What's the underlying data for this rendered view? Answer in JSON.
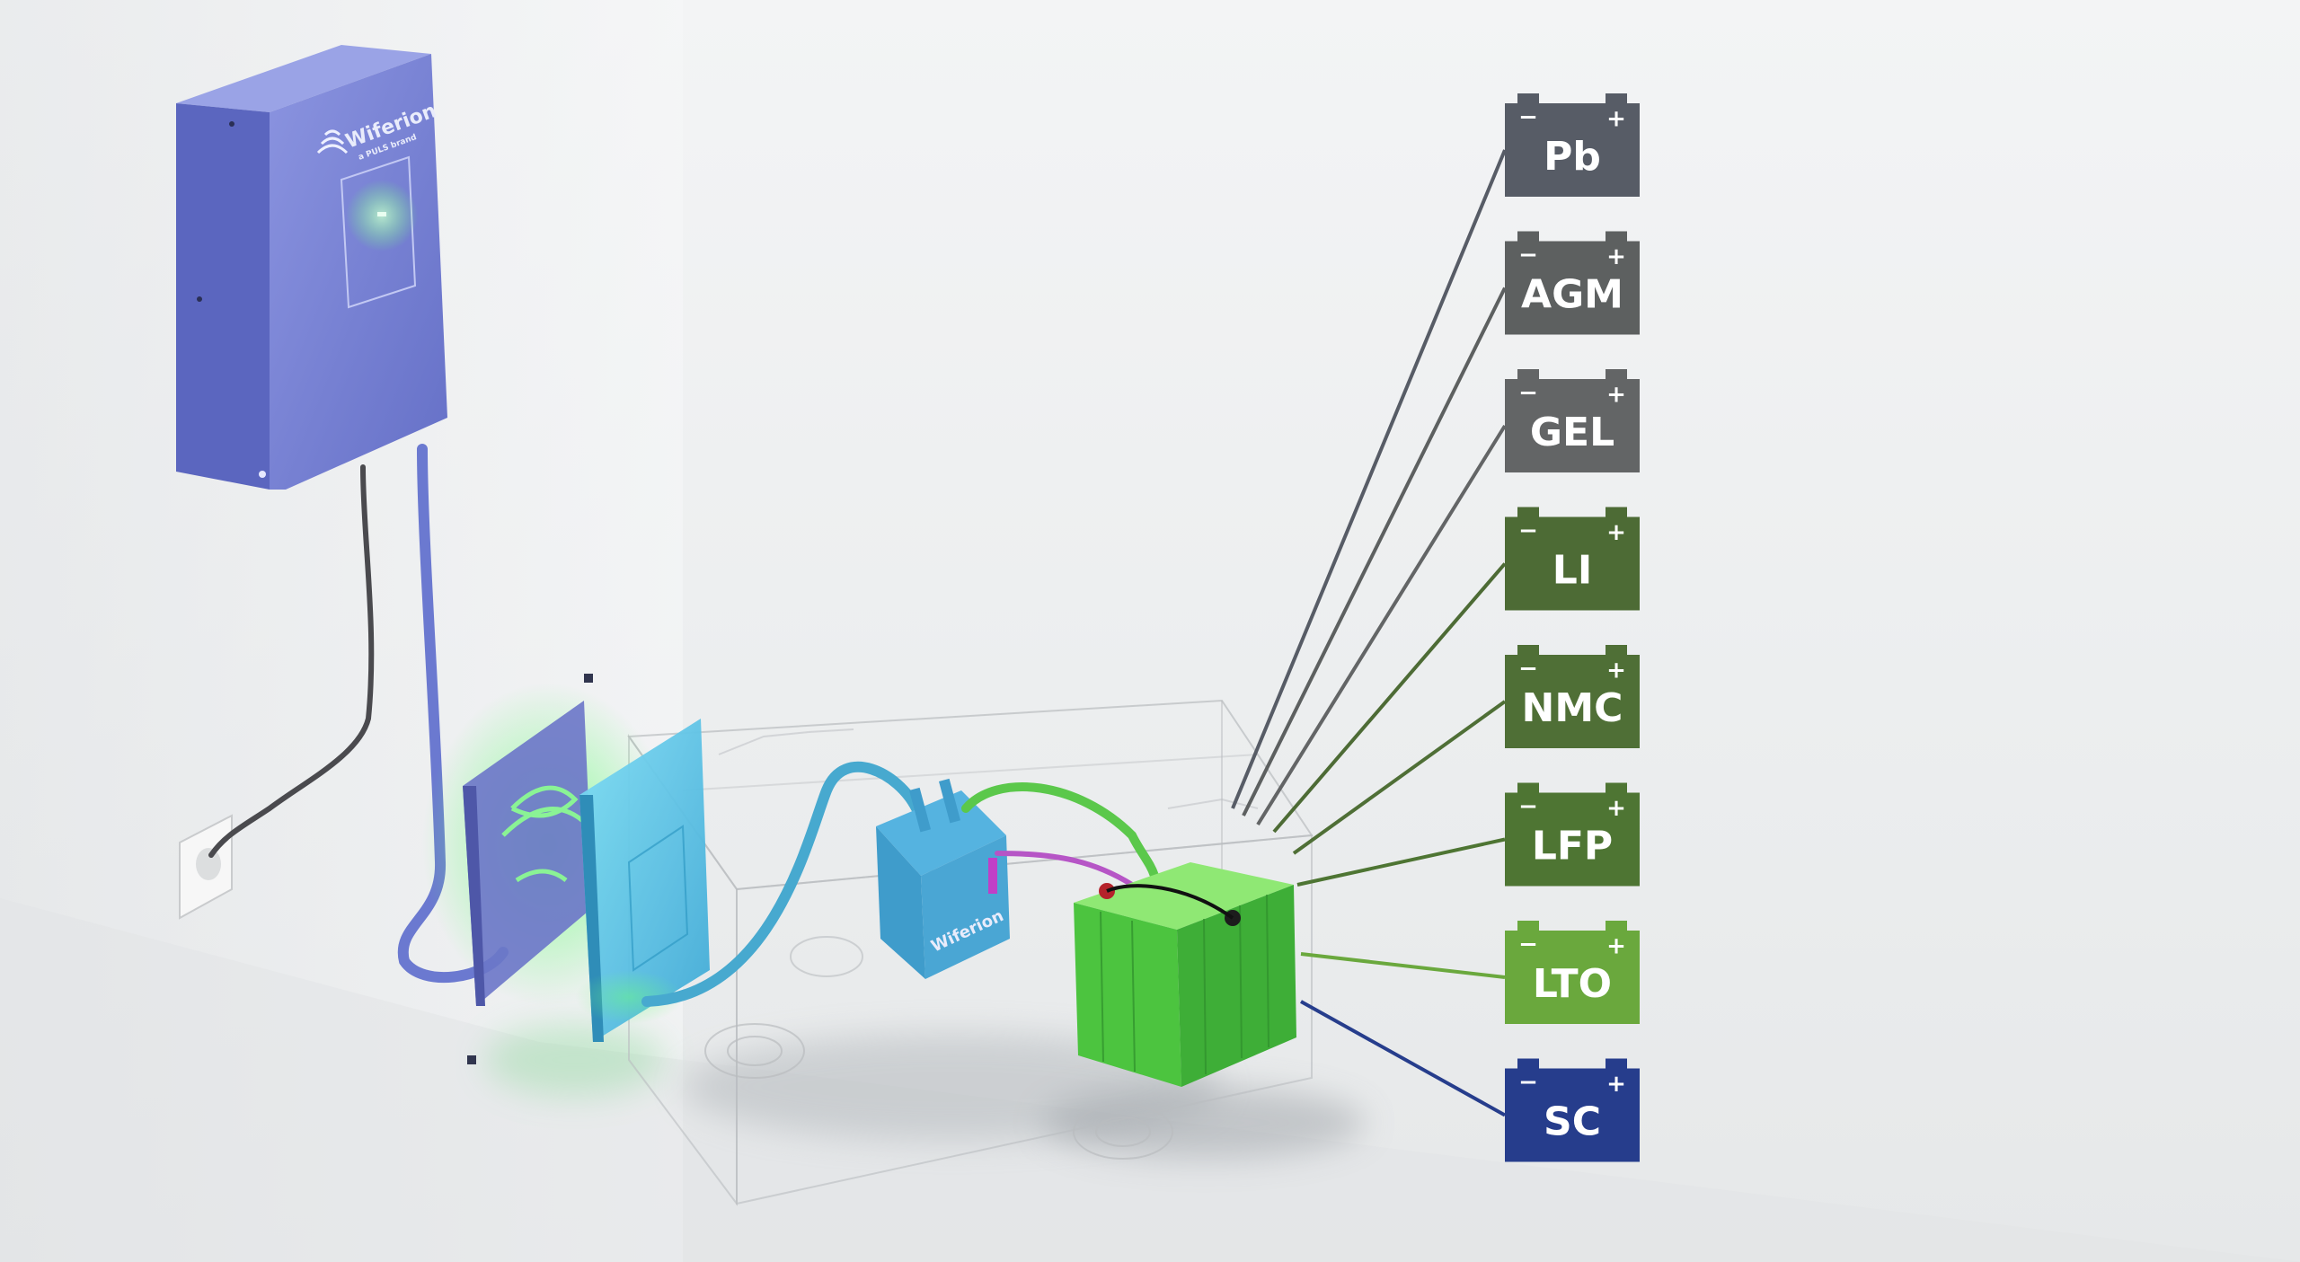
{
  "brand": {
    "name": "Wiferion",
    "sub": "a PULS brand"
  },
  "batteries": [
    {
      "label": "Pb",
      "color": "#575c66",
      "line_color": "#575c66",
      "minus": "−",
      "plus": "+"
    },
    {
      "label": "AGM",
      "color": "#5d6060",
      "line_color": "#5d6060",
      "minus": "−",
      "plus": "+"
    },
    {
      "label": "GEL",
      "color": "#636566",
      "line_color": "#636566",
      "minus": "−",
      "plus": "+"
    },
    {
      "label": "LI",
      "color": "#4d6b35",
      "line_color": "#4d6b35",
      "minus": "−",
      "plus": "+"
    },
    {
      "label": "NMC",
      "color": "#4f6f36",
      "line_color": "#4f6f36",
      "minus": "−",
      "plus": "+"
    },
    {
      "label": "LFP",
      "color": "#4e7533",
      "line_color": "#4e7533",
      "minus": "−",
      "plus": "+"
    },
    {
      "label": "LTO",
      "color": "#6aa83d",
      "line_color": "#6aa83d",
      "minus": "−",
      "plus": "+"
    },
    {
      "label": "SC",
      "color": "#263d8c",
      "line_color": "#263d8c",
      "minus": "−",
      "plus": "+"
    }
  ],
  "colors": {
    "charger": "#6f7bd0",
    "pad": "#5fc7e8",
    "battery_green": "#5fd24b",
    "glow_green": "#5fff6a"
  }
}
